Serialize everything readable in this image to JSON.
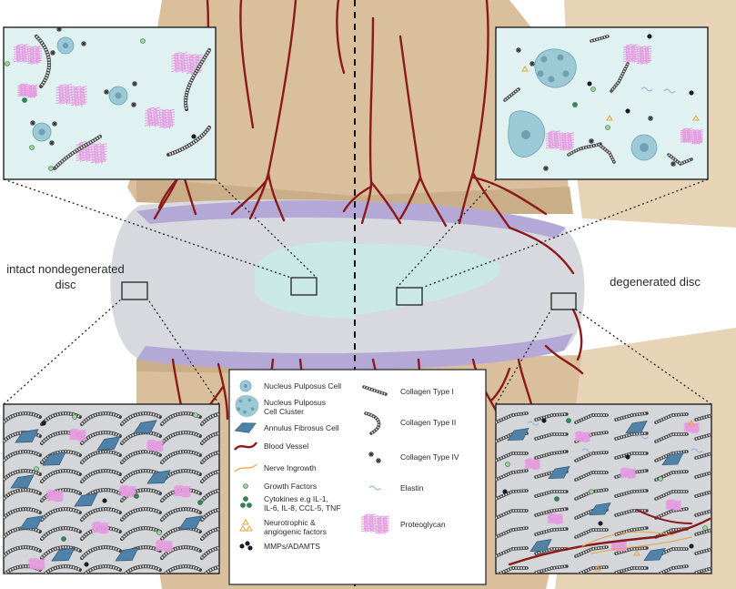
{
  "labels": {
    "left_line1": "intact nondegenerated",
    "left_line2": "disc",
    "right": "degenerated disc"
  },
  "legend": {
    "left": [
      {
        "icon": "np-cell-icon",
        "lines": [
          "Nucleus Pulposus Cell"
        ]
      },
      {
        "icon": "np-cluster-icon",
        "lines": [
          "Nucleus Pulposus",
          "Cell Cluster"
        ]
      },
      {
        "icon": "af-cell-icon",
        "lines": [
          "Annulus Fibrosus Cell"
        ]
      },
      {
        "icon": "blood-vessel-icon",
        "lines": [
          "Blood Vessel"
        ]
      },
      {
        "icon": "nerve-icon",
        "lines": [
          "Nerve Ingrowth"
        ]
      },
      {
        "icon": "growth-factor-icon",
        "lines": [
          "Growth Factors"
        ]
      },
      {
        "icon": "cytokine-icon",
        "lines": [
          "Cytokines e.g IL-1,",
          "IL-6, IL-8, CCL-5, TNF"
        ]
      },
      {
        "icon": "neurotrophic-icon",
        "lines": [
          "Neurotrophic &",
          "angiogenic factors"
        ]
      },
      {
        "icon": "mmp-icon",
        "lines": [
          "MMPs/ADAMTS"
        ]
      }
    ],
    "right": [
      {
        "icon": "collagen-1-icon",
        "lines": [
          "Collagen Type I"
        ]
      },
      {
        "icon": "collagen-2-icon",
        "lines": [
          "Collagen Type II"
        ]
      },
      {
        "icon": "collagen-4-icon",
        "lines": [
          "Collagen Type IV"
        ]
      },
      {
        "icon": "elastin-icon",
        "lines": [
          "Elastin"
        ]
      },
      {
        "icon": "proteoglycan-icon",
        "lines": [
          "Proteoglycan"
        ]
      }
    ]
  },
  "colors": {
    "bone": "#d9bf9b",
    "bone_dark": "#c9ae88",
    "disc_grey": "#d7d9de",
    "nucleus": "#c9e8e6",
    "endplate": "#b4a9d6",
    "vessel": "#8b1a1a",
    "panel_bg": "#dff1f1",
    "panel_grey": "#d5d6da",
    "np_cell": "#9cc9d6",
    "af_cell": "#4f82a6",
    "proteoglycan": "#e59be0",
    "growth": "#9fd39f",
    "cytokine": "#2e8b57",
    "neuro": "#e8a23c",
    "mmp": "#1c1c3a"
  }
}
